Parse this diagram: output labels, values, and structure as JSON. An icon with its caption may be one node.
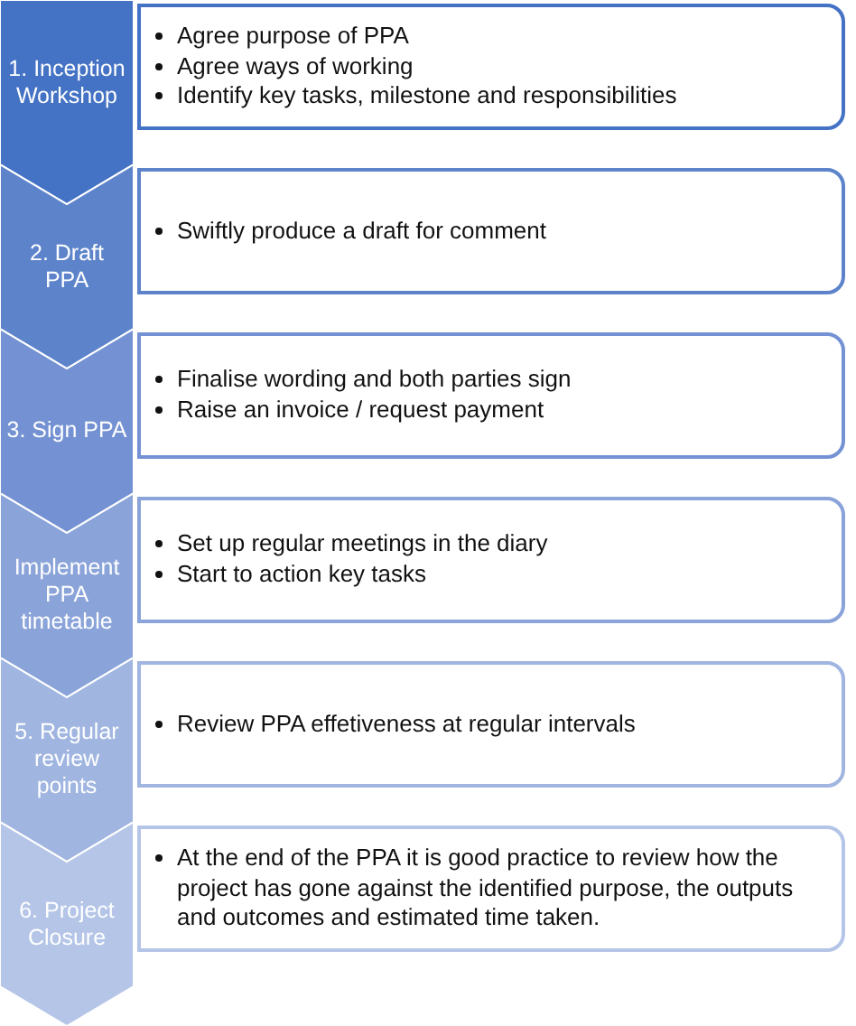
{
  "diagram": {
    "nodes": [
      {
        "text": [
          "1. Inception Workshop"
        ]
      },
      {
        "text": [
          "Agree purpose of PPA",
          "Agree ways of working",
          "Identify key tasks, milestone and responsibilities"
        ]
      },
      {
        "text": [
          "2. Draft PPA"
        ]
      },
      {
        "text": [
          "Swiftly produce a draft for comment"
        ]
      },
      {
        "text": [
          "3. Sign PPA"
        ]
      },
      {
        "text": [
          "Finalise wording and both parties sign",
          "Raise an invoice / request payment"
        ]
      },
      {
        "text": [
          "Implement PPA timetable"
        ]
      },
      {
        "text": [
          "Set up regular meetings in the diary",
          "Start to action key tasks"
        ]
      },
      {
        "text": [
          "5. Regular review points"
        ]
      },
      {
        "text": [
          "Review PPA effetiveness at regular intervals"
        ]
      },
      {
        "text": [
          "6. Project Closure"
        ]
      },
      {
        "text": [
          "At the end of the PPA it is good practice to review how the project has gone against the identified purpose, the outputs and outcomes and estimated time taken."
        ]
      }
    ]
  }
}
